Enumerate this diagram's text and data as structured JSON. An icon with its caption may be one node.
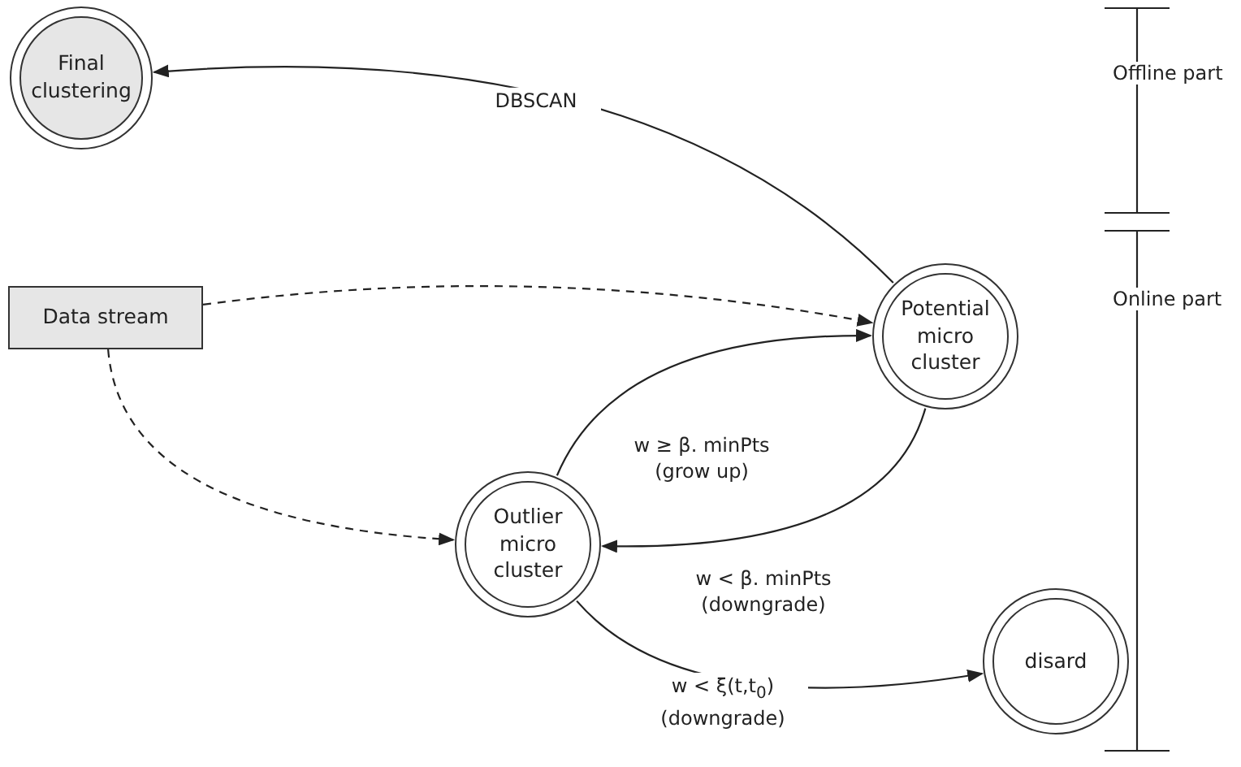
{
  "diagram": {
    "nodes": [
      {
        "text": [
          "Final clustering"
        ]
      },
      {
        "text": [
          "Data stream"
        ]
      },
      {
        "text": [
          "Potential micro cluster"
        ]
      },
      {
        "text": [
          "Outlier micro cluster"
        ]
      },
      {
        "text": [
          "disard"
        ]
      }
    ],
    "edges": [
      {
        "from": 2,
        "to": 0,
        "arrow": "to",
        "label": "DBSCAN"
      },
      {
        "from": 1,
        "to": 2,
        "arrow": "to",
        "style": "dashed"
      },
      {
        "from": 1,
        "to": 3,
        "arrow": "to",
        "style": "dashed"
      },
      {
        "from": 3,
        "to": 2,
        "arrow": "to",
        "label": "w ≥ β. minPts (grow up)"
      },
      {
        "from": 2,
        "to": 3,
        "arrow": "to",
        "label": "w < β. minPts (downgrade)"
      },
      {
        "from": 3,
        "to": 4,
        "arrow": "to",
        "label": "w < ξ(t,t$_{0}$) (downgrade)"
      }
    ],
    "labels": [
      "Offline part",
      "Online part"
    ]
  }
}
